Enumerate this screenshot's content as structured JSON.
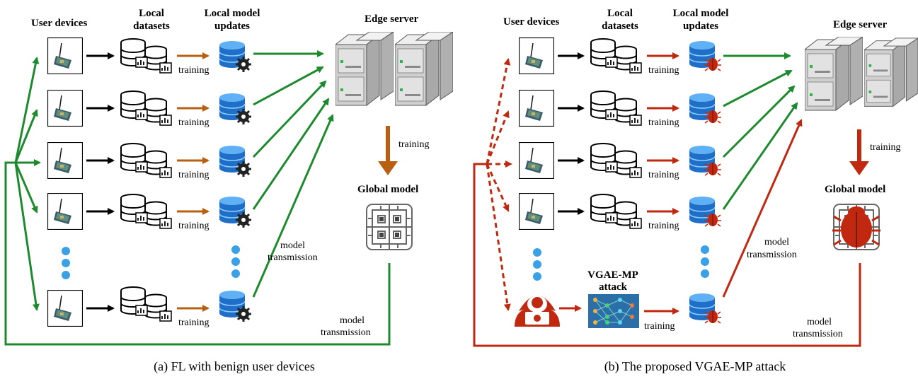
{
  "panel_a": {
    "heading_user_devices": "User devices",
    "heading_local_datasets_1": "Local",
    "heading_local_datasets_2": "datasets",
    "heading_local_updates_1": "Local model",
    "heading_local_updates_2": "updates",
    "heading_edge_server": "Edge server",
    "training_label": "training",
    "server_training_label": "training",
    "global_model_label": "Global model",
    "model_transmission_1": "model",
    "model_transmission_2": "transmission",
    "bottom_transmission_1": "model",
    "bottom_transmission_2": "transmission",
    "caption": "(a) FL with benign user devices"
  },
  "panel_b": {
    "heading_user_devices": "User devices",
    "heading_local_datasets_1": "Local",
    "heading_local_datasets_2": "datasets",
    "heading_local_updates_1": "Local model",
    "heading_local_updates_2": "updates",
    "heading_edge_server": "Edge server",
    "training_label": "training",
    "server_training_label": "training",
    "global_model_label": "Global model",
    "model_transmission_1": "model",
    "model_transmission_2": "transmission",
    "bottom_transmission_1": "model",
    "bottom_transmission_2": "transmission",
    "attack_label_1": "VGAE-MP",
    "attack_label_2": "attack",
    "caption": "(b) The proposed VGAE-MP attack"
  },
  "colors": {
    "green": "#1e8a2e",
    "orange": "#b85f12",
    "red": "#c0280f",
    "dot_blue": "#3aa0e8",
    "db_blue": "#1f6fc9"
  },
  "icons": [
    "iot-device-icon",
    "dataset-icon",
    "database-gear-icon",
    "database-bug-icon",
    "server-rack-icon",
    "neural-net-icon",
    "hacker-icon",
    "global-model-icon"
  ]
}
